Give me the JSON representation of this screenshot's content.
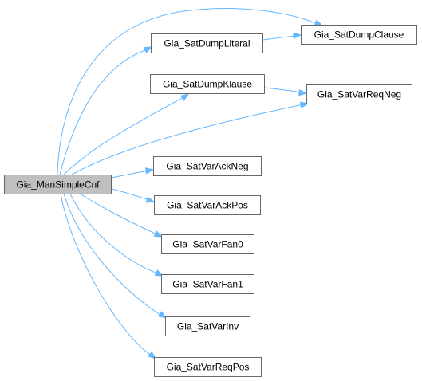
{
  "diagram": {
    "nodes": [
      {
        "id": "root",
        "label": "Gia_ManSimpleCnf",
        "root": true
      },
      {
        "id": "literal",
        "label": "Gia_SatDumpLiteral"
      },
      {
        "id": "clause",
        "label": "Gia_SatDumpClause"
      },
      {
        "id": "klause",
        "label": "Gia_SatDumpKlause"
      },
      {
        "id": "reqneg",
        "label": "Gia_SatVarReqNeg"
      },
      {
        "id": "ackneg",
        "label": "Gia_SatVarAckNeg"
      },
      {
        "id": "ackpos",
        "label": "Gia_SatVarAckPos"
      },
      {
        "id": "fan0",
        "label": "Gia_SatVarFan0"
      },
      {
        "id": "fan1",
        "label": "Gia_SatVarFan1"
      },
      {
        "id": "inv",
        "label": "Gia_SatVarInv"
      },
      {
        "id": "reqpos",
        "label": "Gia_SatVarReqPos"
      }
    ],
    "edges": [
      {
        "from": "root",
        "to": "clause"
      },
      {
        "from": "root",
        "to": "literal"
      },
      {
        "from": "root",
        "to": "klause"
      },
      {
        "from": "root",
        "to": "reqneg"
      },
      {
        "from": "root",
        "to": "ackneg"
      },
      {
        "from": "root",
        "to": "ackpos"
      },
      {
        "from": "root",
        "to": "fan0"
      },
      {
        "from": "root",
        "to": "fan1"
      },
      {
        "from": "root",
        "to": "inv"
      },
      {
        "from": "root",
        "to": "reqpos"
      },
      {
        "from": "literal",
        "to": "clause"
      },
      {
        "from": "klause",
        "to": "reqneg"
      }
    ],
    "colors": {
      "edge": "#63b8ff",
      "node_border": "#666666",
      "root_fill": "#bfbfbf",
      "node_fill": "#ffffff"
    }
  }
}
